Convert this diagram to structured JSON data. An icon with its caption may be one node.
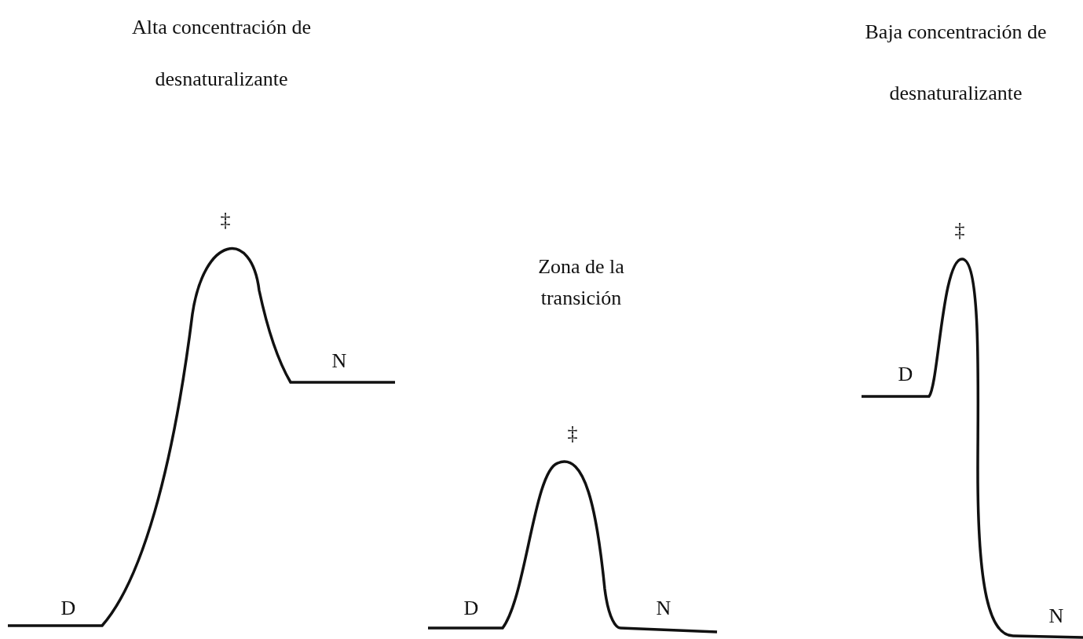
{
  "diagram": {
    "labels": [
      "Alta concentración de desnaturalizante",
      "Baja concentración de desnaturalizante",
      "‡",
      "N",
      "D",
      "Zona de la transición",
      "‡",
      "D",
      "N",
      "‡",
      "D",
      "N"
    ]
  }
}
